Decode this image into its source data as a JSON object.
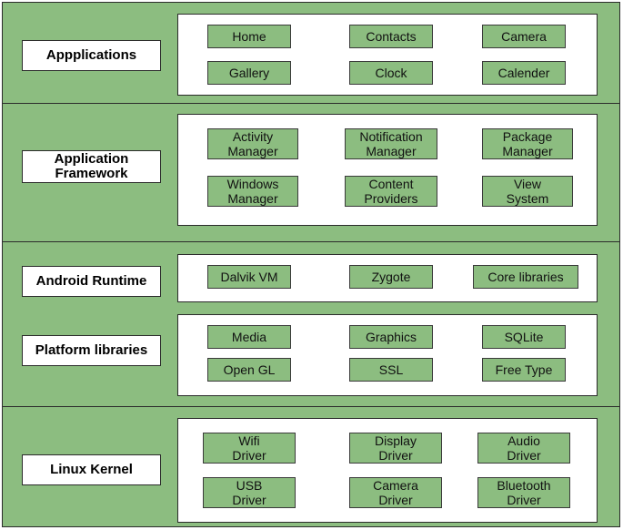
{
  "colors": {
    "layer_fill": "#8cbd80",
    "panel_fill": "#ffffff",
    "component_fill": "#8cbd80",
    "border": "#2b2b2b"
  },
  "layers": {
    "applications": {
      "label": "Appplications",
      "components": [
        "Home",
        "Contacts",
        "Camera",
        "Gallery",
        "Clock",
        "Calender"
      ]
    },
    "framework": {
      "label": "Application\nFramework",
      "components": [
        "Activity\nManager",
        "Notification\nManager",
        "Package\nManager",
        "Windows\nManager",
        "Content\nProviders",
        "View\nSystem"
      ]
    },
    "runtime": {
      "label": "Android Runtime",
      "components": [
        "Dalvik VM",
        "Zygote",
        "Core libraries"
      ]
    },
    "libraries": {
      "label": "Platform libraries",
      "components": [
        "Media",
        "Graphics",
        "SQLite",
        "Open GL",
        "SSL",
        "Free Type"
      ]
    },
    "kernel": {
      "label": "Linux Kernel",
      "components": [
        "Wifi\nDriver",
        "Display\nDriver",
        "Audio\nDriver",
        "USB\nDriver",
        "Camera\nDriver",
        "Bluetooth\nDriver"
      ]
    }
  }
}
